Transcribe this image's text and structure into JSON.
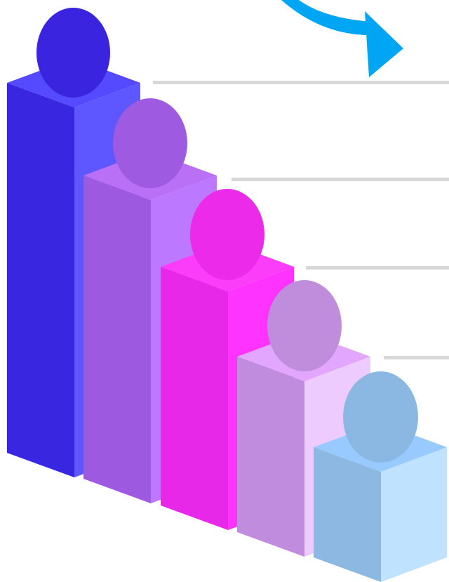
{
  "diagram": {
    "type": "descending-people-bar-steps",
    "arrow": {
      "icon": "curved-arrow-down-right",
      "color": "#00A6F4"
    },
    "connector_line_color": "#D8D8D8",
    "steps": [
      {
        "name": "step-1",
        "front_color": "#3926E1",
        "side_color": "#5E56FF",
        "top_color": "#554AFF",
        "head_color": "#3A24DF"
      },
      {
        "name": "step-2",
        "front_color": "#9E59E1",
        "side_color": "#BC79FF",
        "top_color": "#B970F7",
        "head_color": "#9E5AE1"
      },
      {
        "name": "step-3",
        "front_color": "#E828E8",
        "side_color": "#FF33FF",
        "top_color": "#FB3CF9",
        "head_color": "#EC2AE9"
      },
      {
        "name": "step-4",
        "front_color": "#C08CDD",
        "side_color": "#EDCBFF",
        "top_color": "#E3A6FF",
        "head_color": "#C08CDC"
      },
      {
        "name": "step-5",
        "front_color": "#8CB8E1",
        "side_color": "#BEE2FF",
        "top_color": "#98C9FF",
        "head_color": "#8AB8E3"
      }
    ]
  }
}
